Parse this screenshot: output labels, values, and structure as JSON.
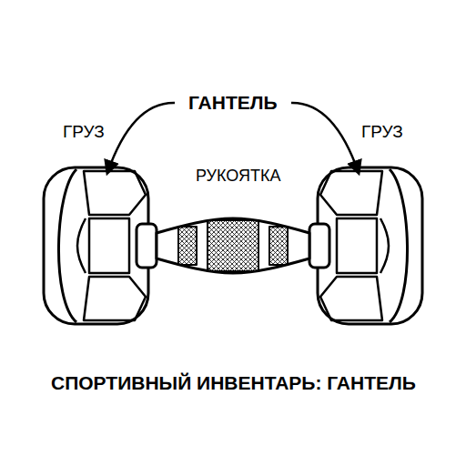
{
  "diagram": {
    "caption": "СПОРТИВНЫЙ ИНВЕНТАРЬ: ГАНТЕЛЬ",
    "labels": [
      "ГАНТЕЛЬ",
      "ГРУЗ",
      "ГРУЗ",
      "РУКОЯТКА"
    ]
  }
}
